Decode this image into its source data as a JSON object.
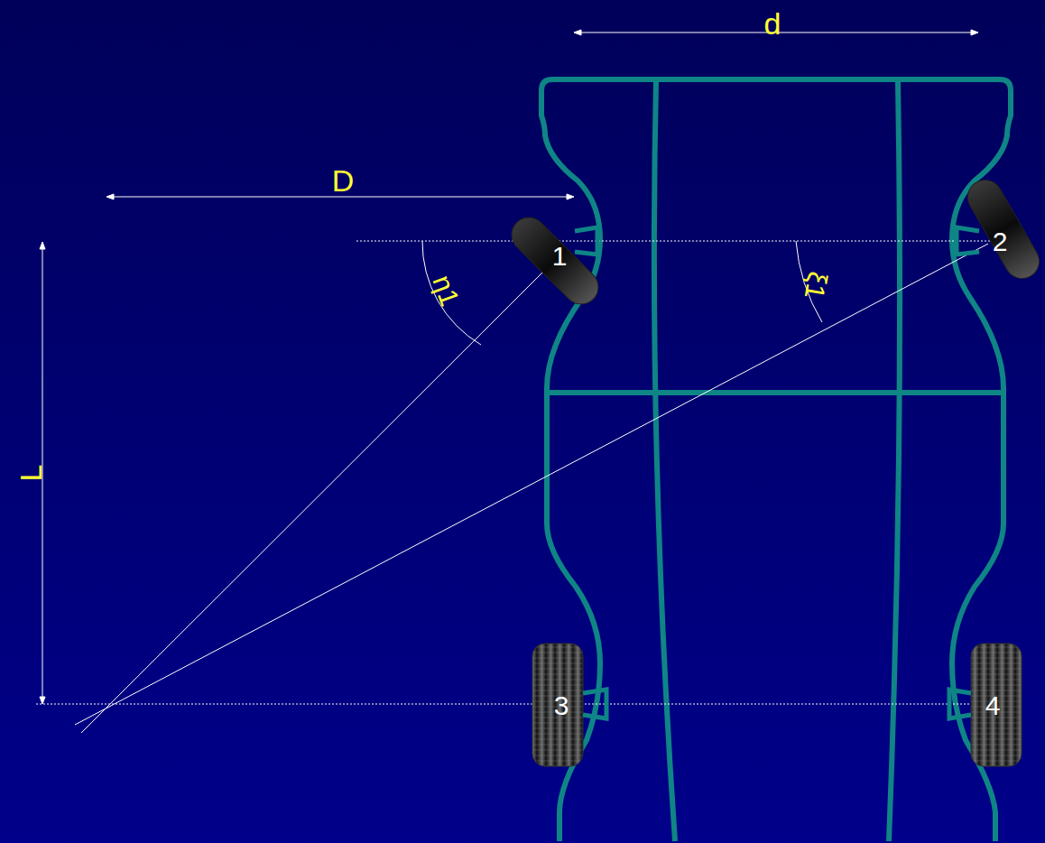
{
  "diagram": {
    "labels": [
      "d",
      "D",
      "L",
      "1",
      "2",
      "3",
      "4",
      "η1",
      "ξ1"
    ]
  }
}
